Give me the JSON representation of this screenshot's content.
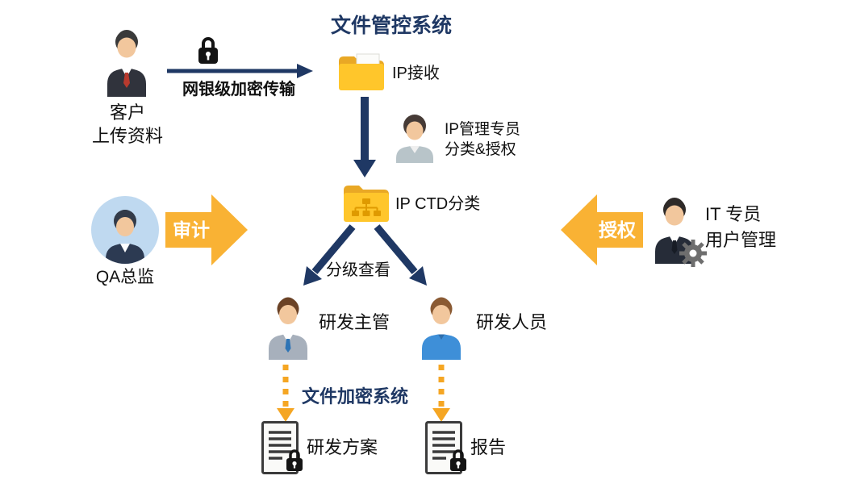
{
  "colors": {
    "navy": "#1F3864",
    "arrow_orange": "#F9B234",
    "dashed_orange": "#F5A623",
    "folder_yellow": "#FFC62B"
  },
  "flow": {
    "system_title": "文件管控系统",
    "encryption_title": "文件加密系统",
    "customer": {
      "line1": "客户",
      "line2": "上传资料"
    },
    "transfer_label": "网银级加密传输",
    "ip_receive_label": "IP接收",
    "ip_manager": {
      "line1": "IP管理专员",
      "line2": "分类&授权"
    },
    "ip_ctd_label": "IP CTD分类",
    "qa_label": "QA总监",
    "audit_label": "审计",
    "authorize_label": "授权",
    "it": {
      "line1": "IT 专员",
      "line2": "用户管理"
    },
    "tiered_label": "分级查看",
    "rd_supervisor_label": "研发主管",
    "rd_staff_label": "研发人员",
    "plan_label": "研发方案",
    "report_label": "报告"
  }
}
